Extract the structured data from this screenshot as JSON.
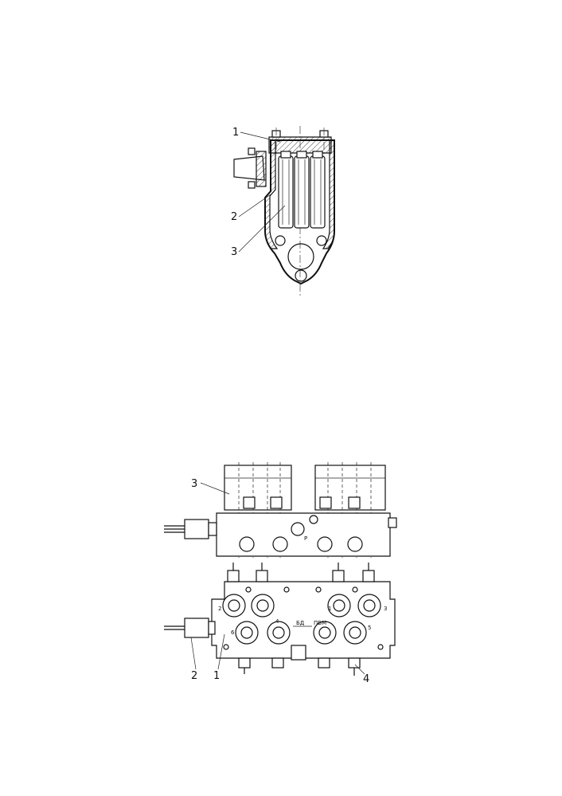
{
  "top_view": {
    "callouts": [
      "1",
      "2",
      "3"
    ]
  },
  "bottom_view": {
    "callouts": [
      "3",
      "2",
      "1",
      "4"
    ],
    "port_labels": [
      "2",
      "4",
      "1",
      "3",
      "6",
      "5",
      "P"
    ],
    "marks": [
      "БД",
      "ПВМ"
    ]
  }
}
